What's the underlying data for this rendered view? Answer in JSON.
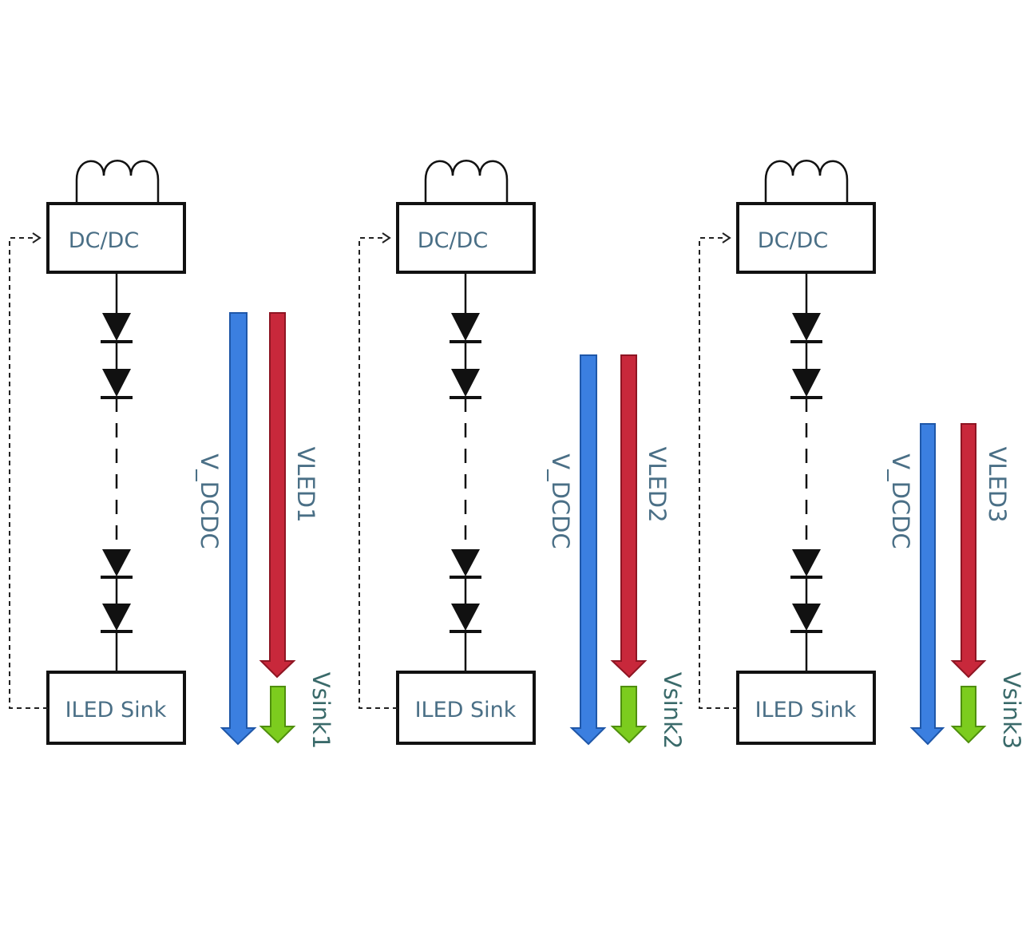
{
  "colors": {
    "box_text": "#4a6f86",
    "v_dcdc_arrow": "#3b7fe0",
    "vled_arrow": "#c8283b",
    "vsink_arrow": "#7ccc1e",
    "v_dcdc_label": "#4a6f86",
    "vled_label": "#4a6f86",
    "vsink_label": "#3a6a6a"
  },
  "channels": [
    {
      "id": 1,
      "converter_label": "DC/DC",
      "sink_label": "ILED Sink",
      "v_dcdc_label": "V_DCDC",
      "vled_label": "VLED1",
      "vsink_label": "Vsink1",
      "components": [
        "inductor-icon",
        "diode-icon",
        "diode-icon",
        "diode-icon",
        "diode-icon"
      ]
    },
    {
      "id": 2,
      "converter_label": "DC/DC",
      "sink_label": "ILED Sink",
      "v_dcdc_label": "V_DCDC",
      "vled_label": "VLED2",
      "vsink_label": "Vsink2",
      "components": [
        "inductor-icon",
        "diode-icon",
        "diode-icon",
        "diode-icon",
        "diode-icon"
      ]
    },
    {
      "id": 3,
      "converter_label": "DC/DC",
      "sink_label": "ILED Sink",
      "v_dcdc_label": "V_DCDC",
      "vled_label": "VLED3",
      "vsink_label": "Vsink3",
      "components": [
        "inductor-icon",
        "diode-icon",
        "diode-icon",
        "diode-icon",
        "diode-icon"
      ]
    }
  ]
}
